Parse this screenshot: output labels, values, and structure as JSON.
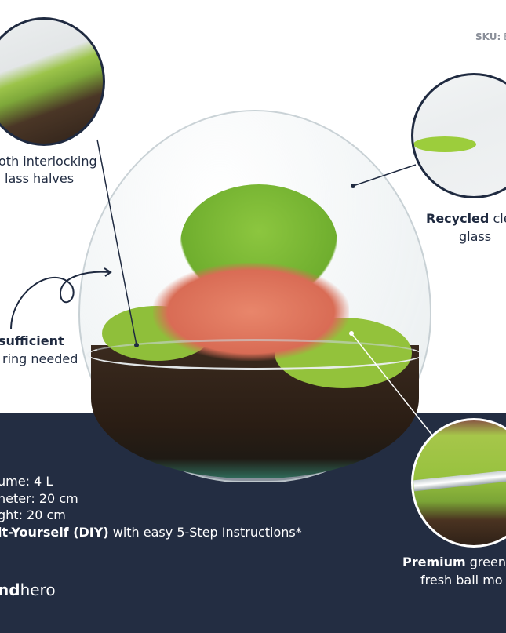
{
  "sku": {
    "label": "SKU:",
    "value": "E"
  },
  "callouts": {
    "interlocking": {
      "line1": "oth interlocking",
      "line2": "lass halves"
    },
    "self_sufficient": {
      "bold": "sufficient",
      "line2": "ring needed"
    },
    "recycled": {
      "bold": "Recycled",
      "rest": " cle",
      "line2": "glass"
    },
    "premium": {
      "bold": "Premium",
      "rest": " green",
      "line2": "fresh ball mo"
    }
  },
  "specs": {
    "volume": "ume: 4 L",
    "diameter": "neter: 20 cm",
    "height": "ght: 20 cm",
    "diy_bold": "lt-Yourself (DIY)",
    "diy_rest": " with easy 5-Step Instructions*"
  },
  "brand": {
    "bold": "nd",
    "rest": "hero"
  },
  "colors": {
    "navy": "#232d42",
    "text": "#1f2a40",
    "sku": "#8a8f99",
    "white": "#ffffff"
  },
  "icons": [
    "curved-arrow-icon",
    "leader-line-dot-icon"
  ]
}
